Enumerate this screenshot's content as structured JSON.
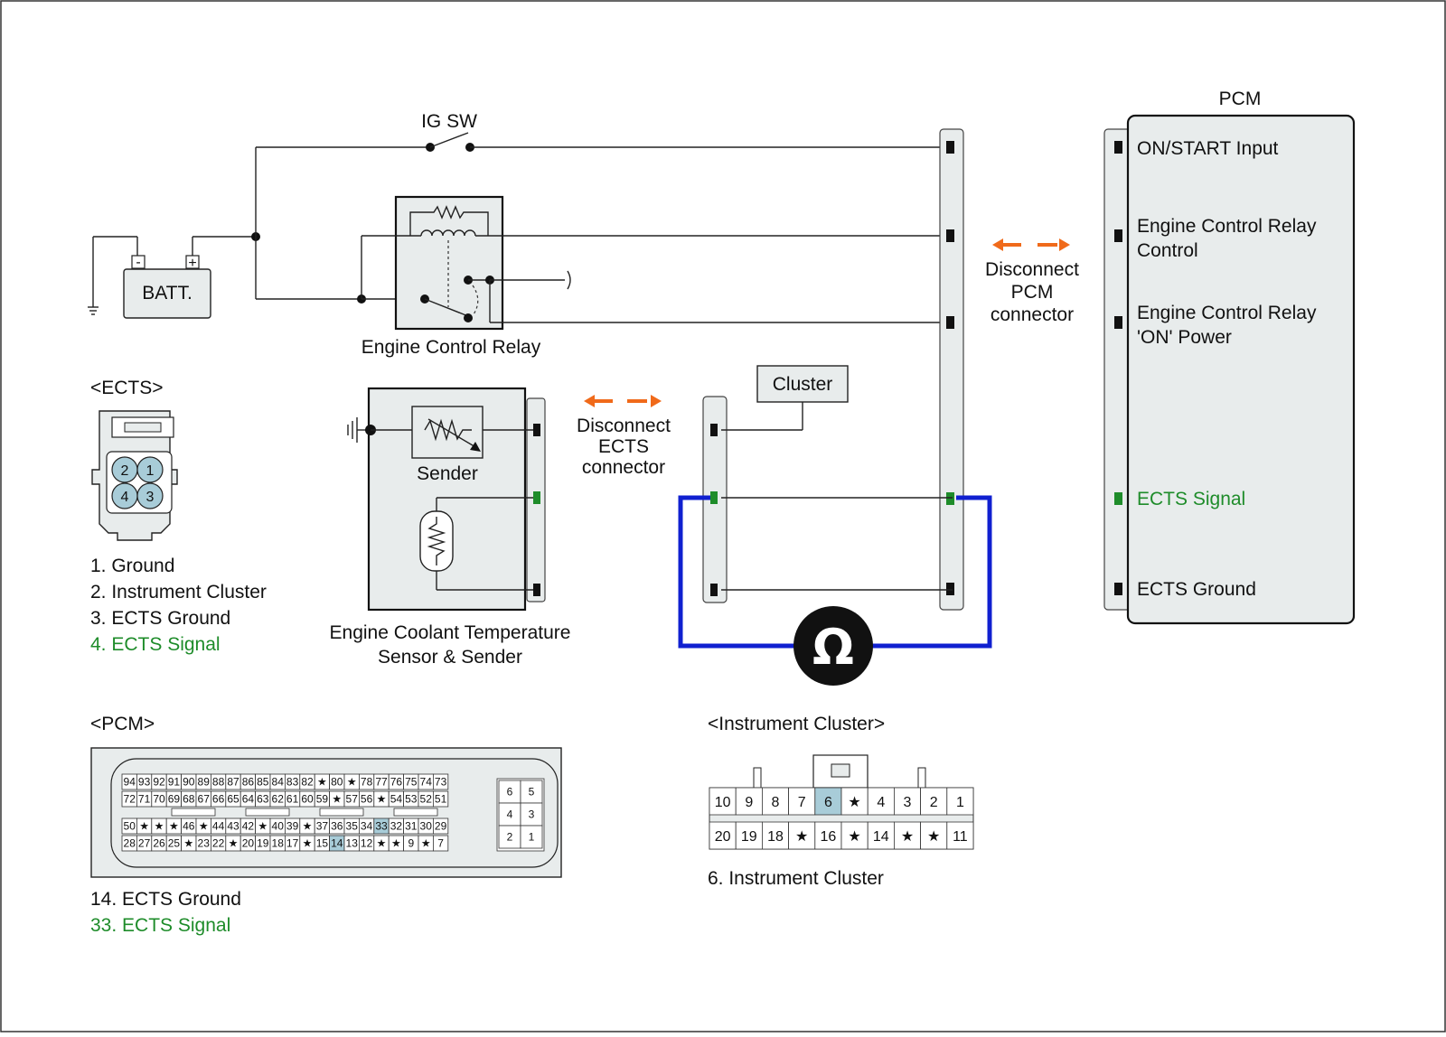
{
  "colors": {
    "signal": "#1e8c2a",
    "meter_loop": "#1020d0",
    "arrow": "#f06a1a",
    "highlight": "#a8ccd8",
    "fill": "#e8ecec"
  },
  "labels": {
    "ig_sw": "IG SW",
    "batt": "BATT.",
    "batt_minus": "-",
    "batt_plus": "+",
    "relay": "Engine Control Relay",
    "pcm_title": "PCM",
    "pcm_pins": [
      {
        "line1": "ON/START Input",
        "line2": ""
      },
      {
        "line1": "Engine Control Relay",
        "line2": "Control"
      },
      {
        "line1": "Engine Control Relay",
        "line2": "'ON' Power"
      },
      {
        "line1": "ECTS Signal",
        "line2": ""
      },
      {
        "line1": "ECTS Ground",
        "line2": ""
      }
    ],
    "disconnect_pcm": [
      "Disconnect",
      "PCM",
      "connector"
    ],
    "disconnect_ects": [
      "Disconnect",
      "ECTS",
      "connector"
    ],
    "cluster": "Cluster",
    "sender": "Sender",
    "ects_sensor": [
      "Engine Coolant Temperature",
      "Sensor & Sender"
    ],
    "ohm_symbol": "Ω"
  },
  "ects_connector": {
    "title": "<ECTS>",
    "pins": [
      "2",
      "1",
      "4",
      "3"
    ],
    "legend": [
      "1. Ground",
      "2. Instrument Cluster",
      "3. ECTS Ground",
      "4. ECTS Signal"
    ]
  },
  "pcm_connector": {
    "title": "<PCM>",
    "row1": [
      "94",
      "93",
      "92",
      "91",
      "90",
      "89",
      "88",
      "87",
      "86",
      "85",
      "84",
      "83",
      "82",
      "★",
      "80",
      "★",
      "78",
      "77",
      "76",
      "75",
      "74",
      "73"
    ],
    "row2": [
      "72",
      "71",
      "70",
      "69",
      "68",
      "67",
      "66",
      "65",
      "64",
      "63",
      "62",
      "61",
      "60",
      "59",
      "★",
      "57",
      "56",
      "★",
      "54",
      "53",
      "52",
      "51"
    ],
    "row3": [
      "50",
      "★",
      "★",
      "★",
      "46",
      "★",
      "44",
      "43",
      "42",
      "★",
      "40",
      "39",
      "★",
      "37",
      "36",
      "35",
      "34",
      "33",
      "32",
      "31",
      "30",
      "29"
    ],
    "row4": [
      "28",
      "27",
      "26",
      "25",
      "★",
      "23",
      "22",
      "★",
      "20",
      "19",
      "18",
      "17",
      "★",
      "15",
      "14",
      "13",
      "12",
      "★",
      "★",
      "9",
      "★",
      "7"
    ],
    "small": [
      "6",
      "5",
      "4",
      "3",
      "2",
      "1"
    ],
    "legend": [
      "14. ECTS Ground",
      "33. ECTS Signal"
    ]
  },
  "cluster_connector": {
    "title": "<Instrument Cluster>",
    "top": [
      "10",
      "9",
      "8",
      "7",
      "6",
      "★",
      "4",
      "3",
      "2",
      "1"
    ],
    "bottom": [
      "20",
      "19",
      "18",
      "★",
      "16",
      "★",
      "14",
      "★",
      "★",
      "11"
    ],
    "legend": [
      "6. Instrument Cluster"
    ]
  }
}
